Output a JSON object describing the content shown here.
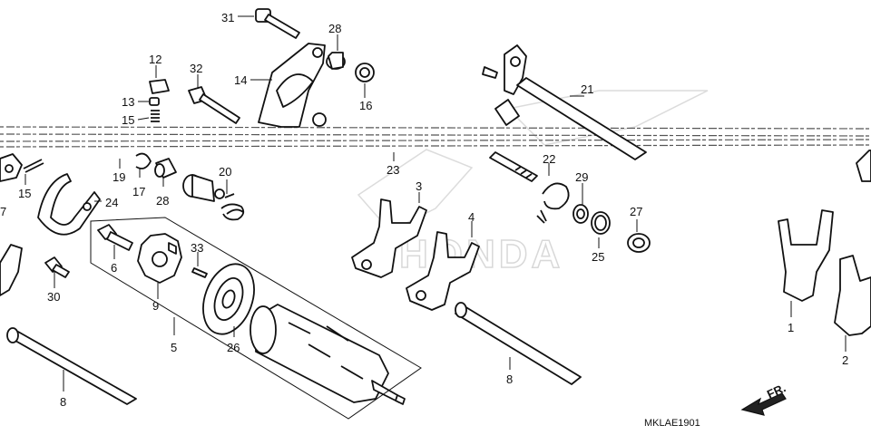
{
  "diagram": {
    "code": "MKLAE1901",
    "front_marker": "FR.",
    "watermark": "HONDA",
    "callouts": {
      "c1": "1",
      "c2": "2",
      "c3": "3",
      "c4": "4",
      "c5": "5",
      "c6": "6",
      "c7": "7",
      "c8a": "8",
      "c8b": "8",
      "c9": "9",
      "c12": "12",
      "c13": "13",
      "c14": "14",
      "c15a": "15",
      "c15b": "15",
      "c16": "16",
      "c17": "17",
      "c19": "19",
      "c20": "20",
      "c21": "21",
      "c22": "22",
      "c23": "23",
      "c24": "24",
      "c25": "25",
      "c26": "26",
      "c27": "27",
      "c28a": "28",
      "c28b": "28",
      "c29": "29",
      "c30": "30",
      "c31": "31",
      "c32": "32",
      "c33": "33"
    }
  }
}
